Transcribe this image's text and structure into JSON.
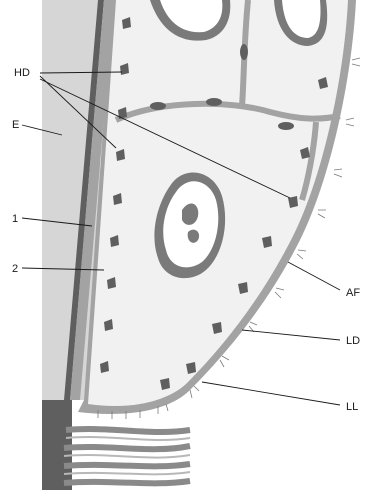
{
  "figure": {
    "labels": {
      "hd": "HD",
      "e": "E",
      "one": "1",
      "two": "2",
      "af": "AF",
      "ld": "LD",
      "ll": "LL"
    }
  },
  "colors": {
    "epithelium": "#d6d6d6",
    "dark_band": "#5f5f5f",
    "membrane": "#a3a3a3",
    "cell_fill": "#f1f1f1",
    "chromatin": "#7a7a7a",
    "collagen": "#8a8a8a",
    "collagen_light": "#b8b8b8"
  }
}
